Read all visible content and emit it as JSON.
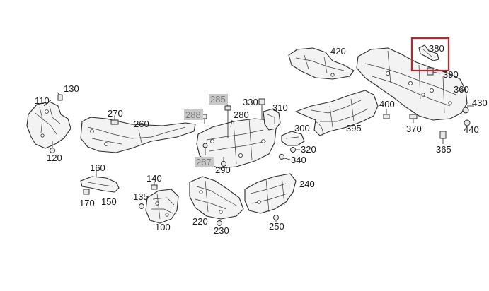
{
  "diagram": {
    "callouts": {
      "c420": "420",
      "c380": "380",
      "c390": "390",
      "c360": "360",
      "c430": "430",
      "c440": "440",
      "c110": "110",
      "c130": "130",
      "c120": "120",
      "c270": "270",
      "c260": "260",
      "c285": "285",
      "c288": "288",
      "c287": "287",
      "c290": "290",
      "c280": "280",
      "c330": "330",
      "c310": "310",
      "c300": "300",
      "c320": "320",
      "c340": "340",
      "c400": "400",
      "c395": "395",
      "c370": "370",
      "c365": "365",
      "c160": "160",
      "c170": "170",
      "c150": "150",
      "c140": "140",
      "c135": "135",
      "c100": "100",
      "c220": "220",
      "c230": "230",
      "c240": "240",
      "c250": "250"
    },
    "highlighted_callouts": [
      "285",
      "288",
      "287"
    ],
    "selected_callout": "380",
    "selection_color": "#c8202a"
  }
}
